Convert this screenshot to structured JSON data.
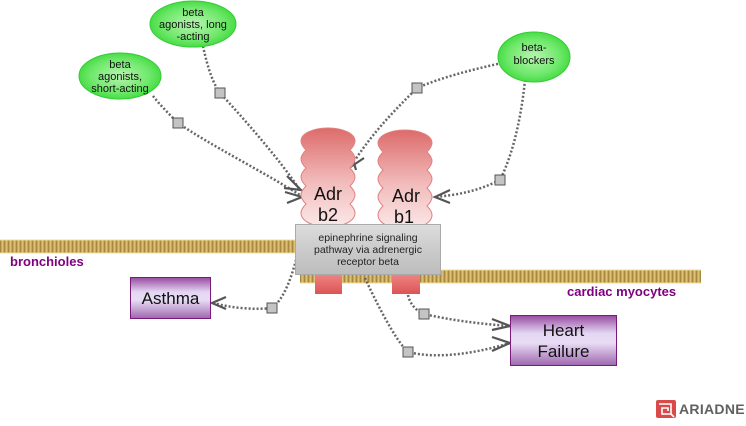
{
  "diagram": {
    "title": "epinephrine signaling pathway via adrenergic receptor beta",
    "compartments": [
      {
        "id": "bronchioles",
        "label": "bronchioles"
      },
      {
        "id": "cardiac",
        "label": "cardiac myocytes"
      }
    ],
    "drugs": [
      {
        "id": "ba_long",
        "lines": [
          "beta",
          "agonists, long",
          "-acting"
        ]
      },
      {
        "id": "ba_short",
        "lines": [
          "beta",
          "agonists,",
          "short-acting"
        ]
      },
      {
        "id": "bb",
        "lines": [
          "beta-",
          "blockers"
        ]
      }
    ],
    "proteins": [
      {
        "id": "adrb2",
        "lines": [
          "Adr",
          "b2"
        ]
      },
      {
        "id": "adrb1",
        "lines": [
          "Adr",
          "b1"
        ]
      }
    ],
    "process": {
      "label": "epinephrine signaling pathway via adrenergic receptor beta"
    },
    "diseases": [
      {
        "id": "asthma",
        "label": "Asthma"
      },
      {
        "id": "hf",
        "label": "Heart Failure"
      }
    ],
    "relations": [
      {
        "from": "beta agonists, long-acting",
        "to": "Adrb2",
        "type": "activates"
      },
      {
        "from": "beta agonists, short-acting",
        "to": "Adrb2",
        "type": "activates"
      },
      {
        "from": "beta-blockers",
        "to": "Adrb2",
        "type": "inhibits"
      },
      {
        "from": "beta-blockers",
        "to": "Adrb1",
        "type": "inhibits"
      },
      {
        "from": "epinephrine signaling pathway (bronchioles)",
        "to": "Asthma",
        "type": "regulates"
      },
      {
        "from": "epinephrine signaling pathway (cardiac)",
        "to": "Heart Failure",
        "type": "regulates"
      },
      {
        "from": "Adrb1",
        "to": "Heart Failure",
        "type": "regulates"
      }
    ],
    "colors": {
      "drug_fill": "#44dd44",
      "protein_fill": "#e07070",
      "disease_border": "#7a1a7a",
      "compartment_label": "#800080",
      "membrane": "#c8a855",
      "edge": "#666666"
    }
  },
  "logo": {
    "text": "ARIADNE"
  }
}
